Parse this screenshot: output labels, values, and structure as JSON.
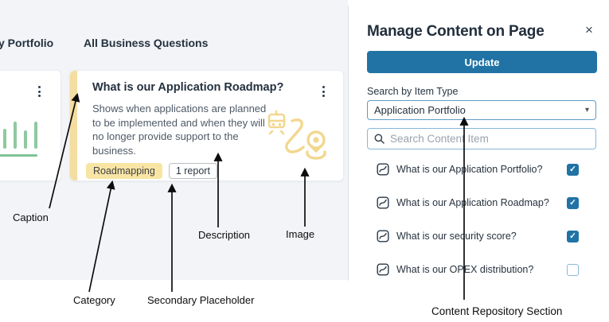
{
  "main": {
    "headings": {
      "left_partial": "y Portfolio",
      "right": "All Business Questions"
    },
    "roadmap_card": {
      "title": "What is our Application Roadmap?",
      "description": "Shows when applications are planned to be implemented and when they will no longer provide support to the business.",
      "category_badge": "Roadmapping",
      "secondary_badge": "1 report"
    }
  },
  "panel": {
    "title": "Manage Content on Page",
    "close_icon": "×",
    "update_button": "Update",
    "item_type_label": "Search by Item Type",
    "item_type_value": "Application Portfolio",
    "dropdown_caret": "▾",
    "search_placeholder": "Search Content Item",
    "items": [
      {
        "label": "What is our Application Portfolio?",
        "checked": true
      },
      {
        "label": "What is our Application Roadmap?",
        "checked": true
      },
      {
        "label": "What is our security score?",
        "checked": true
      },
      {
        "label": "What is our OPEX distribution?",
        "checked": false
      }
    ]
  },
  "annotations": {
    "caption": "Caption",
    "category": "Category",
    "secondary_placeholder": "Secondary Placeholder",
    "description": "Description",
    "image": "Image",
    "content_repository": "Content Repository Section"
  },
  "colors": {
    "accent_blue": "#2173a5",
    "background_gray": "#f2f4f7",
    "category_yellow": "#f8e5a4",
    "stripe_yellow": "#f3dda0",
    "chart_green": "#8ec9a0",
    "image_yellow": "#f2d78f",
    "dropdown_border": "#5e9bc8",
    "search_border": "#86b8da"
  }
}
